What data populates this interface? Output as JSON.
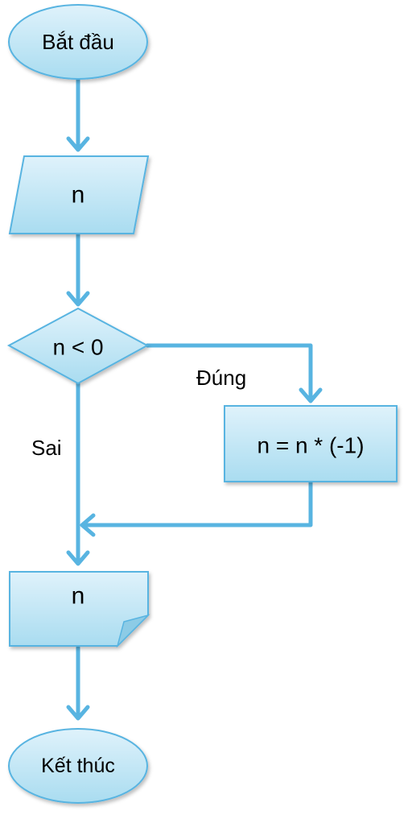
{
  "colors": {
    "fill_light": "#dff2fb",
    "fill_dark": "#a9dcf0",
    "stroke": "#58b4e1",
    "arrow": "#58b4e1",
    "fold": "#8ccbe6"
  },
  "nodes": {
    "start": {
      "shape": "terminator",
      "label": "Bắt đầu"
    },
    "input": {
      "shape": "parallelogram",
      "label": "n"
    },
    "decision": {
      "shape": "diamond",
      "label": "n < 0"
    },
    "process": {
      "shape": "rectangle",
      "label": "n = n * (-1)"
    },
    "output": {
      "shape": "document",
      "label": "n"
    },
    "end": {
      "shape": "terminator",
      "label": "Kết thúc"
    }
  },
  "edges": {
    "true_label": "Đúng",
    "false_label": "Sai"
  }
}
